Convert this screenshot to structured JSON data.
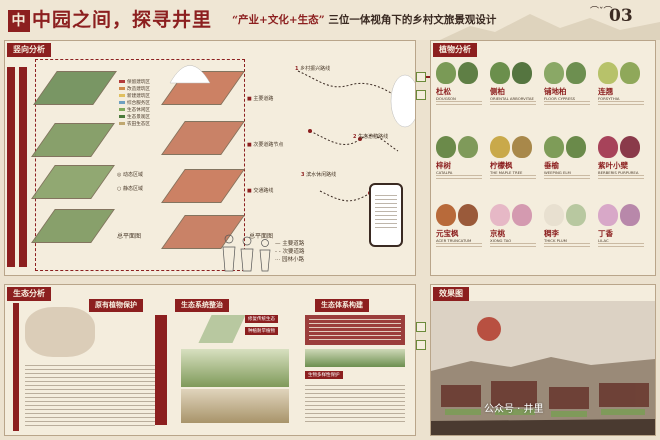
{
  "header": {
    "title": "中园之间，探寻井里",
    "title_mark": "中",
    "subtitle_prefix": "“产业+文化+生态”",
    "subtitle_rest": "三位一体视角下的乡村文旅景观设计",
    "page_number": "03"
  },
  "sections": {
    "vertical": "竖向分析",
    "plants": "植物分析",
    "ecology": "生态分析",
    "effect": "效果图"
  },
  "vertical": {
    "legend": [
      "保留建筑区",
      "改造建筑区",
      "新建建筑区",
      "综合服务区",
      "生态休闲区",
      "生态景观区",
      "农田生态区"
    ],
    "node_labels": [
      "动态区域",
      "静态区域"
    ],
    "axis_labels": [
      "主要道路",
      "次要道路节点",
      "交通路线"
    ],
    "general_plan": "总平面图",
    "route_labels": [
      "乡村振兴路线",
      "生态游憩路线",
      "滨水休闲路线"
    ],
    "route_numbers": [
      "1",
      "2",
      "3"
    ],
    "line_labels": [
      "主要道路",
      "次要道路",
      "园林小路"
    ]
  },
  "plants": [
    {
      "cn": "杜松",
      "en": "DOUGSON"
    },
    {
      "cn": "侧柏",
      "en": "ORIENTAL ARBORVITAE"
    },
    {
      "cn": "铺地柏",
      "en": "FLOOR CYPRESS"
    },
    {
      "cn": "连翘",
      "en": "FORSYTHIA"
    },
    {
      "cn": "梓树",
      "en": "CATALPA"
    },
    {
      "cn": "柠檬枫",
      "en": "THE MAPLE TREE"
    },
    {
      "cn": "垂榆",
      "en": "WEEPING ELM"
    },
    {
      "cn": "紫叶小檗",
      "en": "BERBERIS PURPUREA"
    },
    {
      "cn": "元宝枫",
      "en": "ACER TRUNCATUM"
    },
    {
      "cn": "京桃",
      "en": "XIONG TAO"
    },
    {
      "cn": "稠李",
      "en": "THICK PLUM"
    },
    {
      "cn": "丁香",
      "en": "LILAC"
    }
  ],
  "ecology": {
    "sub_heads": [
      "原有植物保护",
      "生态系统整治",
      "生态体系构建"
    ],
    "chips": [
      "修复传统生态",
      "种植耐旱植物",
      "生物多样性保护"
    ]
  },
  "watermark": "公众号 · 井里",
  "colors": {
    "accent": "#8c1f1f",
    "panel": "#f4eddd",
    "green": "#6b8a3a"
  }
}
